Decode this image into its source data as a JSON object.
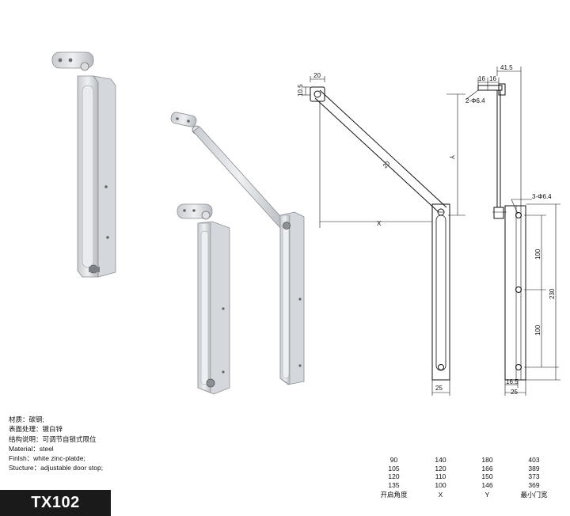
{
  "spec_lines": [
    "材质：碳钢;",
    "表面处理：镀白锌",
    "结构说明：可调节自锁式限位",
    "Material：steel",
    "Finlsh：white zinc-platde;",
    "Stucture：adjustable door stop;"
  ],
  "model": "TX102",
  "table": {
    "rows": [
      [
        "90",
        "140",
        "180",
        "403"
      ],
      [
        "105",
        "120",
        "166",
        "389"
      ],
      [
        "120",
        "110",
        "150",
        "373"
      ],
      [
        "135",
        "100",
        "146",
        "369"
      ]
    ],
    "headers": [
      "开启角度",
      "X",
      "Y",
      "最小门宽"
    ]
  },
  "dimensions": {
    "top_20": "20",
    "left_10_5": "10.5",
    "arm_20": "20",
    "x_label": "X",
    "y_label": "Y",
    "bottom_25_front": "25",
    "d41_5": "41.5",
    "d16a": "16",
    "d16b": "16",
    "hole_2": "2-Φ6.4",
    "hole_3": "3-Φ6.4",
    "d100a": "100",
    "d230": "230",
    "d100b": "100",
    "d16_5": "16.5",
    "bottom_25_side": "25"
  }
}
